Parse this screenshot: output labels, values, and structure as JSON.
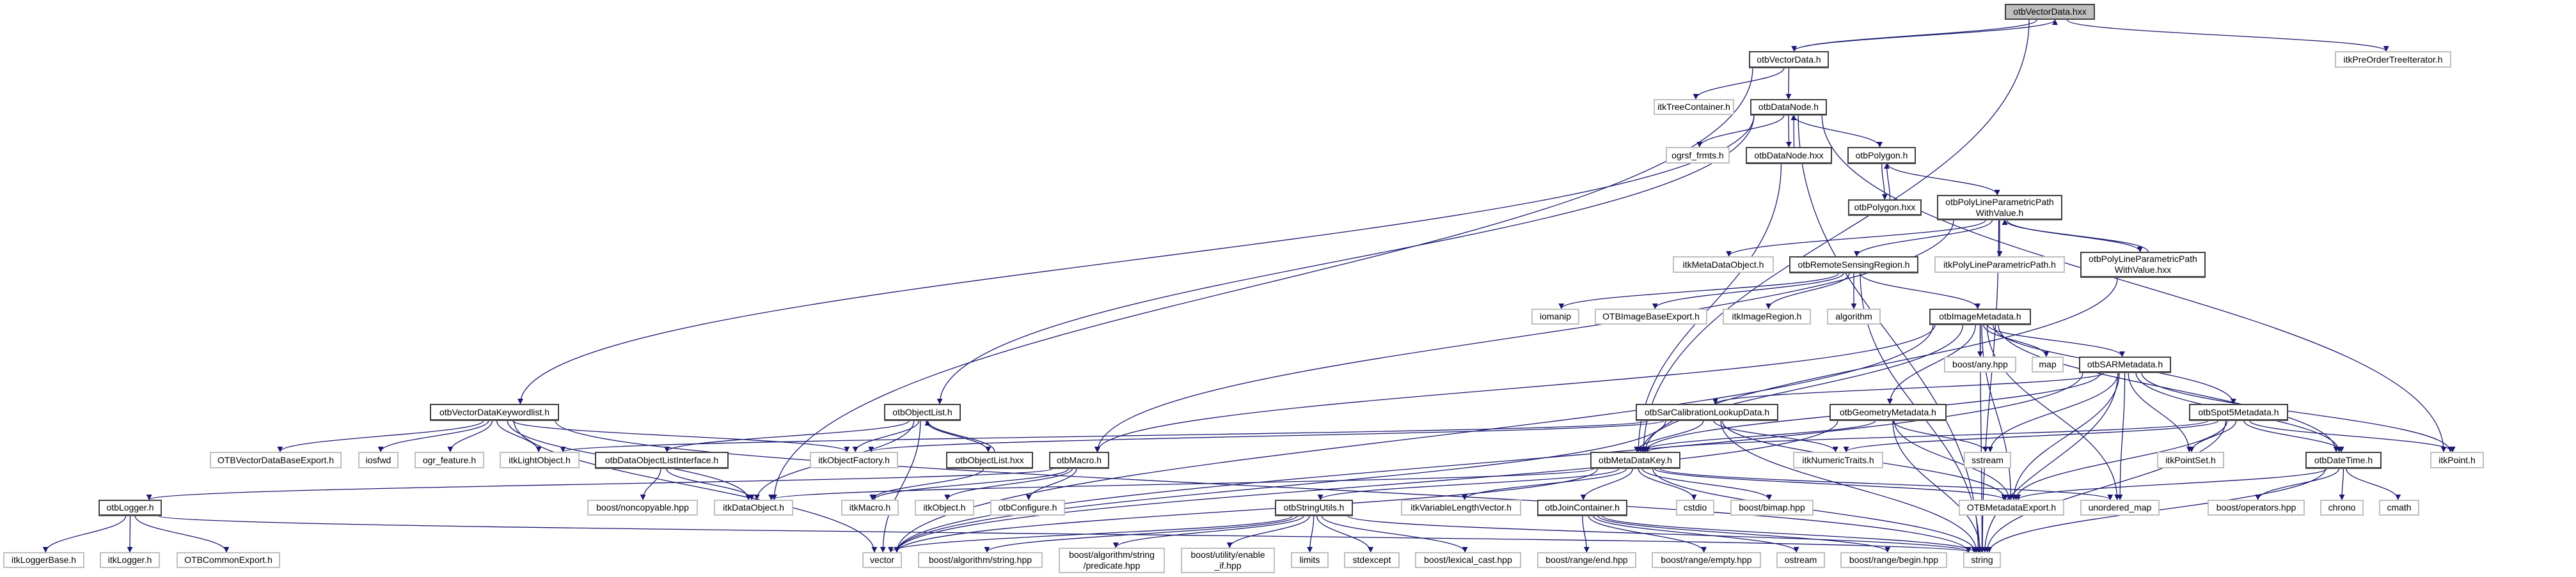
{
  "graph": {
    "title": "otbVectorData.hxx include dependency graph",
    "edge_color": "#191970",
    "root_fill": "#bfbfbf",
    "nodes": [
      {
        "id": "hxx",
        "label": "otbVectorData.hxx",
        "kind": "root"
      },
      {
        "id": "vd_h",
        "label": "otbVectorData.h",
        "kind": "doc"
      },
      {
        "id": "preorder",
        "label": "itkPreOrderTreeIterator.h",
        "kind": "ext"
      },
      {
        "id": "treecont",
        "label": "itkTreeContainer.h",
        "kind": "ext"
      },
      {
        "id": "datanode_h",
        "label": "otbDataNode.h",
        "kind": "doc"
      },
      {
        "id": "ogrsf",
        "label": "ogrsf_frmts.h",
        "kind": "ext"
      },
      {
        "id": "datanode_hxx",
        "label": "otbDataNode.hxx",
        "kind": "doc"
      },
      {
        "id": "polygon_h",
        "label": "otbPolygon.h",
        "kind": "doc"
      },
      {
        "id": "polygon_hxx",
        "label": "otbPolygon.hxx",
        "kind": "doc"
      },
      {
        "id": "plpv_h",
        "label": "otbPolyLineParametricPath\nWithValue.h",
        "kind": "doc"
      },
      {
        "id": "metadataobj",
        "label": "itkMetaDataObject.h",
        "kind": "ext"
      },
      {
        "id": "rsregion",
        "label": "otbRemoteSensingRegion.h",
        "kind": "doc"
      },
      {
        "id": "plp",
        "label": "itkPolyLineParametricPath.h",
        "kind": "ext"
      },
      {
        "id": "plpv_hxx",
        "label": "otbPolyLineParametricPath\nWithValue.hxx",
        "kind": "doc"
      },
      {
        "id": "iomanip",
        "label": "iomanip",
        "kind": "ext"
      },
      {
        "id": "imgbaseexport",
        "label": "OTBImageBaseExport.h",
        "kind": "ext"
      },
      {
        "id": "imageregion",
        "label": "itkImageRegion.h",
        "kind": "ext"
      },
      {
        "id": "algorithm",
        "label": "algorithm",
        "kind": "ext"
      },
      {
        "id": "imagemetadata",
        "label": "otbImageMetadata.h",
        "kind": "doc"
      },
      {
        "id": "anyhpp",
        "label": "boost/any.hpp",
        "kind": "ext"
      },
      {
        "id": "map",
        "label": "map",
        "kind": "ext"
      },
      {
        "id": "sarmd",
        "label": "otbSARMetadata.h",
        "kind": "doc"
      },
      {
        "id": "vdkwl",
        "label": "otbVectorDataKeywordlist.h",
        "kind": "doc"
      },
      {
        "id": "objectlist",
        "label": "otbObjectList.h",
        "kind": "doc"
      },
      {
        "id": "sarcal",
        "label": "otbSarCalibrationLookupData.h",
        "kind": "doc"
      },
      {
        "id": "geommd",
        "label": "otbGeometryMetadata.h",
        "kind": "doc"
      },
      {
        "id": "spot5",
        "label": "otbSpot5Metadata.h",
        "kind": "doc"
      },
      {
        "id": "vdbaseexport",
        "label": "OTBVectorDataBaseExport.h",
        "kind": "ext"
      },
      {
        "id": "iosfwd",
        "label": "iosfwd",
        "kind": "ext"
      },
      {
        "id": "ogrfeature",
        "label": "ogr_feature.h",
        "kind": "ext"
      },
      {
        "id": "lightobject",
        "label": "itkLightObject.h",
        "kind": "ext"
      },
      {
        "id": "dolistif",
        "label": "otbDataObjectListInterface.h",
        "kind": "doc"
      },
      {
        "id": "objfactory",
        "label": "itkObjectFactory.h",
        "kind": "ext"
      },
      {
        "id": "objectlist_hxx",
        "label": "otbObjectList.hxx",
        "kind": "doc"
      },
      {
        "id": "macro",
        "label": "otbMacro.h",
        "kind": "doc"
      },
      {
        "id": "metadatakey",
        "label": "otbMetaDataKey.h",
        "kind": "doc"
      },
      {
        "id": "numtraits",
        "label": "itkNumericTraits.h",
        "kind": "ext"
      },
      {
        "id": "sstream",
        "label": "sstream",
        "kind": "ext"
      },
      {
        "id": "pointset",
        "label": "itkPointSet.h",
        "kind": "ext"
      },
      {
        "id": "datetime",
        "label": "otbDateTime.h",
        "kind": "doc"
      },
      {
        "id": "itkpoint",
        "label": "itkPoint.h",
        "kind": "ext"
      },
      {
        "id": "logger",
        "label": "otbLogger.h",
        "kind": "doc"
      },
      {
        "id": "noncopyable",
        "label": "boost/noncopyable.hpp",
        "kind": "ext"
      },
      {
        "id": "dataobject",
        "label": "itkDataObject.h",
        "kind": "ext"
      },
      {
        "id": "itkmacro",
        "label": "itkMacro.h",
        "kind": "ext"
      },
      {
        "id": "itkobject",
        "label": "itkObject.h",
        "kind": "ext"
      },
      {
        "id": "configure",
        "label": "otbConfigure.h",
        "kind": "ext"
      },
      {
        "id": "stringutils",
        "label": "otbStringUtils.h",
        "kind": "doc"
      },
      {
        "id": "varlenvec",
        "label": "itkVariableLengthVector.h",
        "kind": "ext"
      },
      {
        "id": "joincontainer",
        "label": "otbJoinContainer.h",
        "kind": "doc"
      },
      {
        "id": "cstdio",
        "label": "cstdio",
        "kind": "ext"
      },
      {
        "id": "bimap",
        "label": "boost/bimap.hpp",
        "kind": "ext"
      },
      {
        "id": "mdexport",
        "label": "OTBMetadataExport.h",
        "kind": "ext"
      },
      {
        "id": "unorderedmap",
        "label": "unordered_map",
        "kind": "ext"
      },
      {
        "id": "operators",
        "label": "boost/operators.hpp",
        "kind": "ext"
      },
      {
        "id": "chrono",
        "label": "chrono",
        "kind": "ext"
      },
      {
        "id": "cmath",
        "label": "cmath",
        "kind": "ext"
      },
      {
        "id": "loggerbase",
        "label": "itkLoggerBase.h",
        "kind": "ext"
      },
      {
        "id": "itklogger",
        "label": "itkLogger.h",
        "kind": "ext"
      },
      {
        "id": "commonexport",
        "label": "OTBCommonExport.h",
        "kind": "ext"
      },
      {
        "id": "vector",
        "label": "vector",
        "kind": "ext"
      },
      {
        "id": "algstring",
        "label": "boost/algorithm/string.hpp",
        "kind": "ext"
      },
      {
        "id": "predicate",
        "label": "boost/algorithm/string\n/predicate.hpp",
        "kind": "ext"
      },
      {
        "id": "enableif",
        "label": "boost/utility/enable\n_if.hpp",
        "kind": "ext"
      },
      {
        "id": "limits",
        "label": "limits",
        "kind": "ext"
      },
      {
        "id": "stdexcept",
        "label": "stdexcept",
        "kind": "ext"
      },
      {
        "id": "lexicalcast",
        "label": "boost/lexical_cast.hpp",
        "kind": "ext"
      },
      {
        "id": "rangeend",
        "label": "boost/range/end.hpp",
        "kind": "ext"
      },
      {
        "id": "rangeempty",
        "label": "boost/range/empty.hpp",
        "kind": "ext"
      },
      {
        "id": "ostream",
        "label": "ostream",
        "kind": "ext"
      },
      {
        "id": "rangebegin",
        "label": "boost/range/begin.hpp",
        "kind": "ext"
      },
      {
        "id": "string",
        "label": "string",
        "kind": "ext"
      }
    ],
    "edges": [
      [
        "hxx",
        "vd_h"
      ],
      [
        "hxx",
        "preorder"
      ],
      [
        "hxx",
        "metadatakey"
      ],
      [
        "vd_h",
        "hxx"
      ],
      [
        "vd_h",
        "treecont"
      ],
      [
        "vd_h",
        "datanode_h"
      ],
      [
        "vd_h",
        "dataobject"
      ],
      [
        "datanode_h",
        "ogrsf"
      ],
      [
        "datanode_h",
        "datanode_hxx"
      ],
      [
        "datanode_h",
        "polygon_h"
      ],
      [
        "datanode_h",
        "vdkwl"
      ],
      [
        "datanode_h",
        "objectlist"
      ],
      [
        "datanode_h",
        "string"
      ],
      [
        "datanode_h",
        "itkpoint"
      ],
      [
        "datanode_hxx",
        "datanode_h"
      ],
      [
        "datanode_hxx",
        "metadatakey"
      ],
      [
        "polygon_h",
        "polygon_hxx"
      ],
      [
        "polygon_h",
        "plpv_h"
      ],
      [
        "polygon_hxx",
        "polygon_h"
      ],
      [
        "plpv_h",
        "metadataobj"
      ],
      [
        "plpv_h",
        "rsregion"
      ],
      [
        "plpv_h",
        "plp"
      ],
      [
        "plpv_h",
        "plpv_hxx"
      ],
      [
        "plpv_h",
        "macro"
      ],
      [
        "plpv_h",
        "string"
      ],
      [
        "plpv_hxx",
        "plpv_h"
      ],
      [
        "plpv_hxx",
        "metadatakey"
      ],
      [
        "rsregion",
        "iomanip"
      ],
      [
        "rsregion",
        "imgbaseexport"
      ],
      [
        "rsregion",
        "imageregion"
      ],
      [
        "rsregion",
        "algorithm"
      ],
      [
        "rsregion",
        "imagemetadata"
      ],
      [
        "rsregion",
        "string"
      ],
      [
        "imagemetadata",
        "anyhpp"
      ],
      [
        "imagemetadata",
        "map"
      ],
      [
        "imagemetadata",
        "sarmd"
      ],
      [
        "imagemetadata",
        "geommd"
      ],
      [
        "imagemetadata",
        "metadatakey"
      ],
      [
        "imagemetadata",
        "mdexport"
      ],
      [
        "imagemetadata",
        "string"
      ],
      [
        "imagemetadata",
        "vector"
      ],
      [
        "imagemetadata",
        "macro"
      ],
      [
        "imagemetadata",
        "unorderedmap"
      ],
      [
        "imagemetadata",
        "datetime"
      ],
      [
        "imagemetadata",
        "spot5"
      ],
      [
        "sarmd",
        "sarcal"
      ],
      [
        "sarmd",
        "metadatakey"
      ],
      [
        "sarmd",
        "pointset"
      ],
      [
        "sarmd",
        "itkpoint"
      ],
      [
        "sarmd",
        "sstream"
      ],
      [
        "sarmd",
        "mdexport"
      ],
      [
        "sarmd",
        "unorderedmap"
      ],
      [
        "sarmd",
        "string"
      ],
      [
        "sarmd",
        "vector"
      ],
      [
        "sarmd",
        "datetime"
      ],
      [
        "sarcal",
        "metadatakey"
      ],
      [
        "sarcal",
        "numtraits"
      ],
      [
        "sarcal",
        "lightobject"
      ],
      [
        "sarcal",
        "objfactory"
      ],
      [
        "sarcal",
        "string"
      ],
      [
        "sarcal",
        "mdexport"
      ],
      [
        "sarcal",
        "vector"
      ],
      [
        "geommd",
        "metadatakey"
      ],
      [
        "geommd",
        "sstream"
      ],
      [
        "geommd",
        "mdexport"
      ],
      [
        "geommd",
        "string"
      ],
      [
        "geommd",
        "vector"
      ],
      [
        "spot5",
        "metadatakey"
      ],
      [
        "spot5",
        "pointset"
      ],
      [
        "spot5",
        "datetime"
      ],
      [
        "spot5",
        "itkpoint"
      ],
      [
        "spot5",
        "mdexport"
      ],
      [
        "spot5",
        "string"
      ],
      [
        "spot5",
        "numtraits"
      ],
      [
        "datetime",
        "operators"
      ],
      [
        "datetime",
        "chrono"
      ],
      [
        "datetime",
        "cmath"
      ],
      [
        "datetime",
        "string"
      ],
      [
        "datetime",
        "mdexport"
      ],
      [
        "metadatakey",
        "stringutils"
      ],
      [
        "metadatakey",
        "varlenvec"
      ],
      [
        "metadatakey",
        "joincontainer"
      ],
      [
        "metadatakey",
        "cstdio"
      ],
      [
        "metadatakey",
        "bimap"
      ],
      [
        "metadatakey",
        "mdexport"
      ],
      [
        "metadatakey",
        "string"
      ],
      [
        "metadatakey",
        "vector"
      ],
      [
        "metadatakey",
        "dataobject"
      ],
      [
        "metadatakey",
        "unorderedmap"
      ],
      [
        "stringutils",
        "vector"
      ],
      [
        "stringutils",
        "algstring"
      ],
      [
        "stringutils",
        "predicate"
      ],
      [
        "stringutils",
        "enableif"
      ],
      [
        "stringutils",
        "limits"
      ],
      [
        "stringutils",
        "stdexcept"
      ],
      [
        "stringutils",
        "lexicalcast"
      ],
      [
        "stringutils",
        "string"
      ],
      [
        "joincontainer",
        "rangeend"
      ],
      [
        "joincontainer",
        "rangeempty"
      ],
      [
        "joincontainer",
        "ostream"
      ],
      [
        "joincontainer",
        "rangebegin"
      ],
      [
        "joincontainer",
        "string"
      ],
      [
        "vdkwl",
        "vdbaseexport"
      ],
      [
        "vdkwl",
        "iosfwd"
      ],
      [
        "vdkwl",
        "ogrfeature"
      ],
      [
        "vdkwl",
        "lightobject"
      ],
      [
        "vdkwl",
        "objfactory"
      ],
      [
        "vdkwl",
        "dataobject"
      ],
      [
        "vdkwl",
        "vector"
      ],
      [
        "vdkwl",
        "string"
      ],
      [
        "objectlist",
        "dolistif"
      ],
      [
        "objectlist",
        "objfactory"
      ],
      [
        "objectlist",
        "objectlist_hxx"
      ],
      [
        "objectlist",
        "dataobject"
      ],
      [
        "objectlist",
        "vector"
      ],
      [
        "objectlist_hxx",
        "objectlist"
      ],
      [
        "objectlist_hxx",
        "itkmacro"
      ],
      [
        "dolistif",
        "noncopyable"
      ],
      [
        "dolistif",
        "dataobject"
      ],
      [
        "macro",
        "itkmacro"
      ],
      [
        "macro",
        "itkobject"
      ],
      [
        "macro",
        "configure"
      ],
      [
        "macro",
        "logger"
      ],
      [
        "logger",
        "loggerbase"
      ],
      [
        "logger",
        "itklogger"
      ],
      [
        "logger",
        "commonexport"
      ],
      [
        "logger",
        "string"
      ]
    ]
  }
}
